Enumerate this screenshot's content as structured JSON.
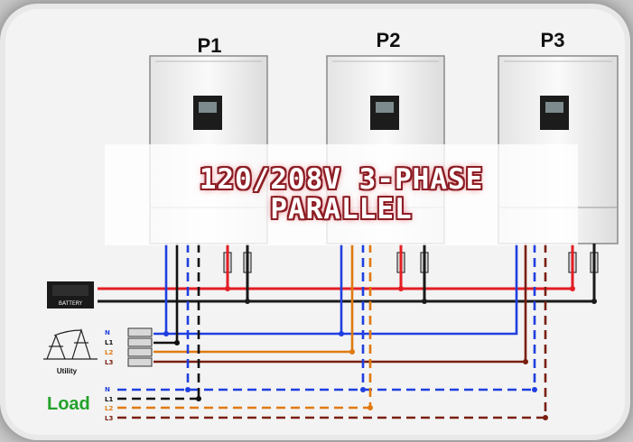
{
  "units": [
    {
      "label": "P1"
    },
    {
      "label": "P2"
    },
    {
      "label": "P3"
    }
  ],
  "banner": {
    "line1": "120/208V 3-PHASE",
    "line2": "PARALLEL"
  },
  "battery_label": "BATTERY",
  "utility_label": "Utility",
  "load_label": "Load",
  "line_labels": [
    "N",
    "L1",
    "L2",
    "L3"
  ],
  "colors": {
    "dc_positive": "#e31e24",
    "dc_negative": "#1a1a1a",
    "neutral": "#1f3fe0",
    "L1": "#111111",
    "L2": "#e07a10",
    "L3": "#7a1e10",
    "load_label": "#22a22a",
    "banner_outline": "#8c1d24"
  }
}
